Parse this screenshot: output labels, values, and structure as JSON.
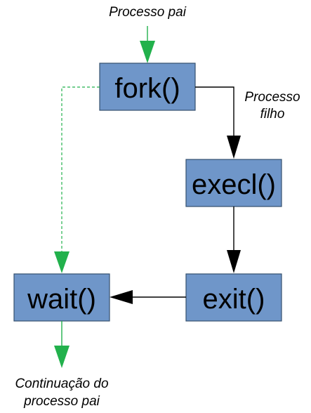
{
  "labels": {
    "parent_process": "Processo pai",
    "child_process_line1": "Processo",
    "child_process_line2": "filho",
    "continuation_line1": "Continuação do",
    "continuation_line2": "processo pai"
  },
  "boxes": {
    "fork": "fork()",
    "execl": "execl()",
    "exit": "exit()",
    "wait": "wait()"
  },
  "colors": {
    "box_fill": "#6f96c9",
    "box_border": "#35506f",
    "parent_arrow": "#22b14c",
    "child_arrow": "#000000"
  }
}
